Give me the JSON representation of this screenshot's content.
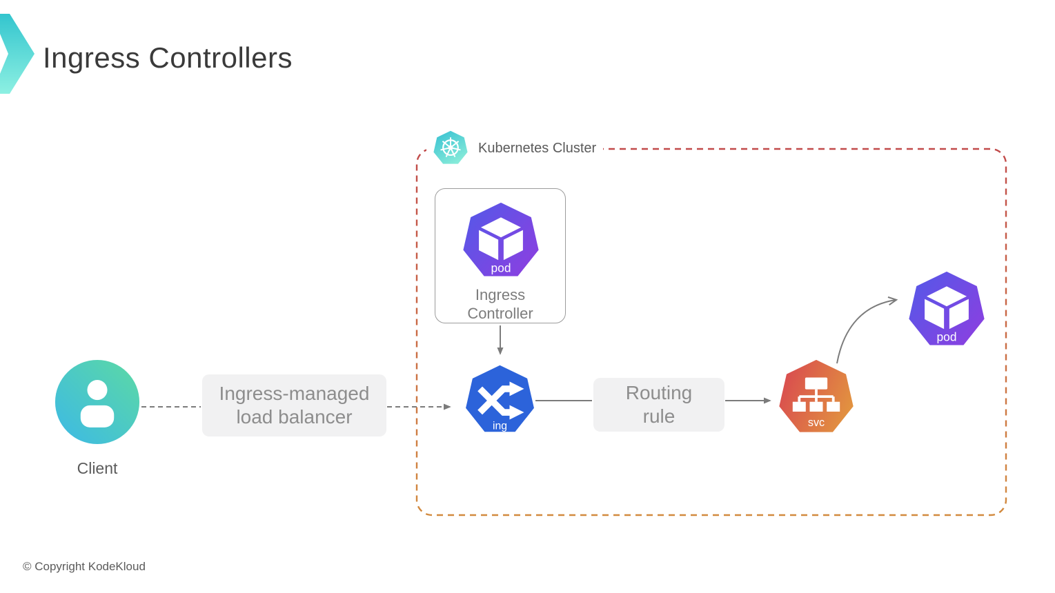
{
  "slide": {
    "title": "Ingress Controllers",
    "copyright": "© Copyright KodeKloud"
  },
  "cluster": {
    "label": "Kubernetes Cluster"
  },
  "nodes": {
    "client": {
      "label": "Client"
    },
    "load_balancer": {
      "label": "Ingress-managed load balancer"
    },
    "ingress_controller_pod": {
      "box_label": "Ingress Controller",
      "icon_label": "pod"
    },
    "ingress_resource": {
      "icon_label": "ing"
    },
    "routing_rule": {
      "label": "Routing rule"
    },
    "service": {
      "icon_label": "svc"
    },
    "backend_pod": {
      "icon_label": "pod"
    }
  },
  "colors": {
    "logo_gradient_top": "#33c5ce",
    "logo_gradient_bottom": "#8df0e2",
    "k8s_gradient_top": "#34bfd1",
    "k8s_gradient_bottom": "#85ead9",
    "client_gradient_green": "#5cd9a4",
    "client_gradient_blue": "#3cb9e6",
    "pod_gradient_left": "#5558e8",
    "pod_gradient_right": "#8c3fe0",
    "ingress_blue": "#2c63da",
    "service_gradient_left": "#d94b4f",
    "service_gradient_right": "#e2953f",
    "cluster_border_top": "#c14a4a",
    "cluster_border_bottom": "#d28a3e",
    "connector_gray": "#7b7b7b"
  }
}
